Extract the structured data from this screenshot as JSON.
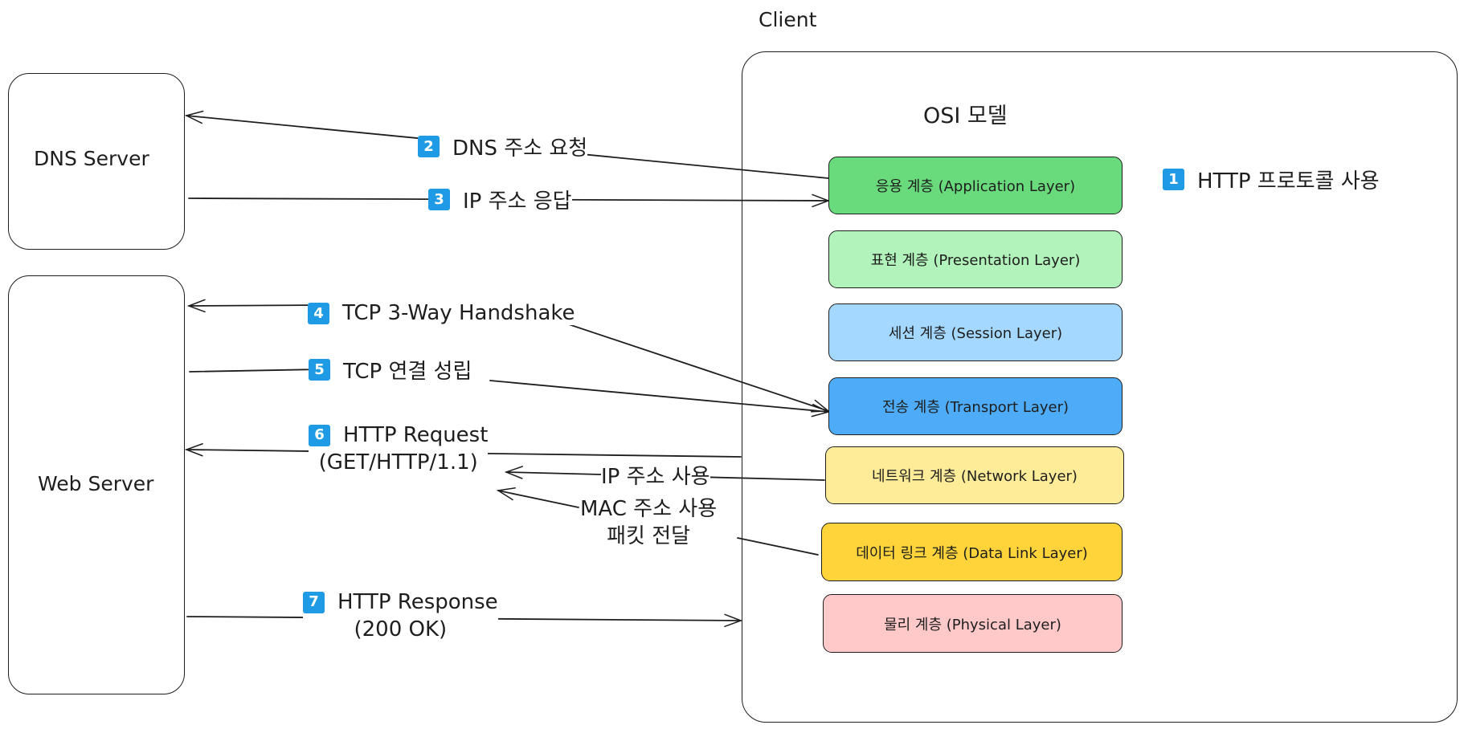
{
  "client": {
    "title": "Client",
    "model_title": "OSI 모델"
  },
  "dns_server": {
    "label": "DNS Server"
  },
  "web_server": {
    "label": "Web Server"
  },
  "layers": [
    {
      "label": "응용 계층 (Application Layer)",
      "color": "#69db7c"
    },
    {
      "label": "표현 계층 (Presentation Layer)",
      "color": "#b2f2bb"
    },
    {
      "label": "세션 계층 (Session Layer)",
      "color": "#a5d8ff"
    },
    {
      "label": "전송 계층 (Transport Layer)",
      "color": "#4dabf7"
    },
    {
      "label": "네트워크 계층 (Network Layer)",
      "color": "#ffec99"
    },
    {
      "label": "데이터 링크 계층 (Data Link Layer)",
      "color": "#ffd43b"
    },
    {
      "label": "물리 계층 (Physical Layer)",
      "color": "#ffc9c9"
    }
  ],
  "steps": [
    {
      "num": "1",
      "text": "HTTP 프로토콜 사용"
    },
    {
      "num": "2",
      "text": "DNS 주소 요청"
    },
    {
      "num": "3",
      "text": "IP 주소 응답"
    },
    {
      "num": "4",
      "text": "TCP 3-Way Handshake"
    },
    {
      "num": "5",
      "text": "TCP 연결 성립"
    },
    {
      "num": "6",
      "text": "HTTP Request",
      "text2": "(GET/HTTP/1.1)"
    },
    {
      "num": "7",
      "text": "HTTP Response",
      "text2": "(200 OK)"
    }
  ],
  "notes": {
    "ip_usage": "IP 주소 사용",
    "mac_usage": "MAC 주소 사용",
    "packet_delivery": "패킷 전달"
  },
  "colors": {
    "badge": "#1e9be4",
    "stroke": "#1e1e1e"
  }
}
